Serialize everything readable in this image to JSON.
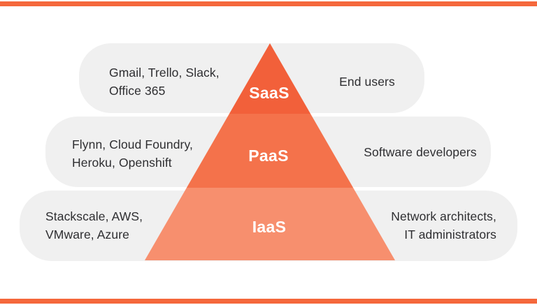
{
  "colors": {
    "frame_bar": "#F5683C",
    "pill_bg": "#F0F0F0",
    "saas_fill": "#F2603A",
    "paas_fill": "#F4724B",
    "iaas_fill": "#F78F6E",
    "label_text": "#FFFFFF",
    "body_text": "#2E2E31"
  },
  "rows": [
    {
      "label": "SaaS",
      "left_lines": [
        "Gmail, Trello, Slack,",
        "Office 365"
      ],
      "right_lines": [
        "End users"
      ]
    },
    {
      "label": "PaaS",
      "left_lines": [
        "Flynn, Cloud Foundry,",
        "Heroku, Openshift"
      ],
      "right_lines": [
        "Software developers"
      ]
    },
    {
      "label": "IaaS",
      "left_lines": [
        "Stackscale, AWS,",
        "VMware, Azure"
      ],
      "right_lines": [
        "Network architects,",
        "IT administrators"
      ]
    }
  ]
}
